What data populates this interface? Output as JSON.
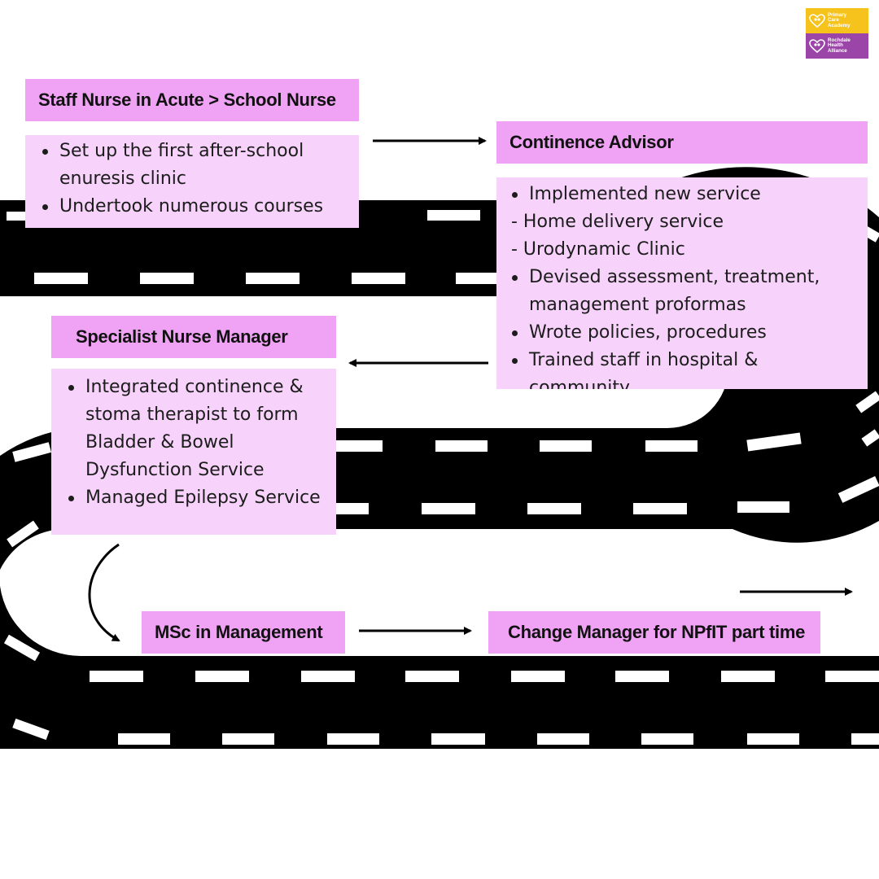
{
  "logo": {
    "top_lines": [
      "Primary",
      "Care",
      "Academy"
    ],
    "bottom_lines": [
      "Rochdale",
      "Health",
      "Alliance"
    ],
    "top_color": "#f6c21c",
    "bottom_color": "#9b45a8"
  },
  "colors": {
    "title_bg": "#f0a3f5",
    "body_bg": "#f7d3fb",
    "road": "#000000",
    "road_dash": "#ffffff"
  },
  "stages": [
    {
      "title": "Staff Nurse in Acute > School Nurse",
      "items": [
        {
          "kind": "bullet",
          "text": "Set up the first after-school enuresis clinic"
        },
        {
          "kind": "bullet",
          "text": "Undertook numerous courses"
        }
      ]
    },
    {
      "title": "Continence Advisor",
      "items": [
        {
          "kind": "bullet",
          "text": "Implemented new service"
        },
        {
          "kind": "dash",
          "text": "- Home delivery service"
        },
        {
          "kind": "dash",
          "text": "- Urodynamic Clinic"
        },
        {
          "kind": "bullet",
          "text": "Devised assessment, treatment, management proformas"
        },
        {
          "kind": "bullet",
          "text": "Wrote policies, procedures"
        },
        {
          "kind": "bullet",
          "text": "Trained staff in hospital & community"
        }
      ]
    },
    {
      "title": "Specialist Nurse Manager",
      "items": [
        {
          "kind": "bullet",
          "text": "Integrated continence & stoma therapist to form Bladder & Bowel Dysfunction Service"
        },
        {
          "kind": "bullet",
          "text": "Managed Epilepsy Service"
        }
      ]
    },
    {
      "title": "MSc in Management",
      "items": []
    },
    {
      "title": "Change Manager for NPfIT part time",
      "items": []
    }
  ]
}
